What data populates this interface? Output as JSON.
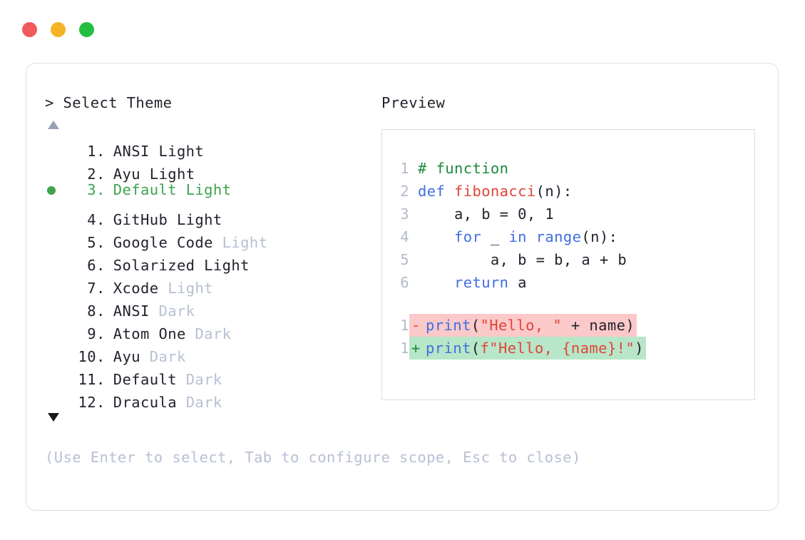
{
  "titlebar": {
    "dots": [
      {
        "name": "close",
        "color": "#f2595a"
      },
      {
        "name": "minimize",
        "color": "#f5b325"
      },
      {
        "name": "maximize",
        "color": "#22bf42"
      }
    ]
  },
  "prompt": {
    "header": "> Select Theme",
    "scroll_up": "▲",
    "scroll_down": "▼",
    "selected_index": 3
  },
  "themes": [
    {
      "index": "1",
      "dot": ".",
      "name": "ANSI",
      "variant": "Light",
      "variant_muted": false,
      "selected": false
    },
    {
      "index": "2",
      "dot": ".",
      "name": "Ayu",
      "variant": "Light",
      "variant_muted": false,
      "selected": false
    },
    {
      "index": "3",
      "dot": ".",
      "name": "Default",
      "variant": "Light",
      "variant_muted": false,
      "selected": true
    },
    {
      "index": "4",
      "dot": ".",
      "name": "GitHub",
      "variant": "Light",
      "variant_muted": false,
      "selected": false
    },
    {
      "index": "5",
      "dot": ".",
      "name": "Google Code",
      "variant": "Light",
      "variant_muted": true,
      "selected": false
    },
    {
      "index": "6",
      "dot": ".",
      "name": "Solarized",
      "variant": "Light",
      "variant_muted": false,
      "selected": false
    },
    {
      "index": "7",
      "dot": ".",
      "name": "Xcode",
      "variant": "Light",
      "variant_muted": true,
      "selected": false
    },
    {
      "index": "8",
      "dot": ".",
      "name": "ANSI",
      "variant": "Dark",
      "variant_muted": true,
      "selected": false
    },
    {
      "index": "9",
      "dot": ".",
      "name": "Atom One",
      "variant": "Dark",
      "variant_muted": true,
      "selected": false
    },
    {
      "index": "10",
      "dot": ".",
      "name": "Ayu",
      "variant": "Dark",
      "variant_muted": true,
      "selected": false
    },
    {
      "index": "11",
      "dot": ".",
      "name": "Default",
      "variant": "Dark",
      "variant_muted": true,
      "selected": false
    },
    {
      "index": "12",
      "dot": ".",
      "name": "Dracula",
      "variant": "Dark",
      "variant_muted": true,
      "selected": false
    }
  ],
  "preview": {
    "header": "Preview",
    "code_lines": [
      {
        "ln": "1",
        "tokens": [
          {
            "t": "# function",
            "c": "comment"
          }
        ]
      },
      {
        "ln": "2",
        "tokens": [
          {
            "t": "def ",
            "c": "kw"
          },
          {
            "t": "fibonacci",
            "c": "fn"
          },
          {
            "t": "(n):",
            "c": "plain"
          }
        ]
      },
      {
        "ln": "3",
        "tokens": [
          {
            "t": "    a, b = ",
            "c": "plain"
          },
          {
            "t": "0",
            "c": "num"
          },
          {
            "t": ", ",
            "c": "plain"
          },
          {
            "t": "1",
            "c": "num"
          }
        ]
      },
      {
        "ln": "4",
        "tokens": [
          {
            "t": "    ",
            "c": "plain"
          },
          {
            "t": "for",
            "c": "kw"
          },
          {
            "t": " _ ",
            "c": "plain"
          },
          {
            "t": "in",
            "c": "kw"
          },
          {
            "t": " ",
            "c": "plain"
          },
          {
            "t": "range",
            "c": "kw"
          },
          {
            "t": "(n):",
            "c": "plain"
          }
        ]
      },
      {
        "ln": "5",
        "tokens": [
          {
            "t": "        a, b = b, a + b",
            "c": "plain"
          }
        ]
      },
      {
        "ln": "6",
        "tokens": [
          {
            "t": "    ",
            "c": "plain"
          },
          {
            "t": "return",
            "c": "kw"
          },
          {
            "t": " a",
            "c": "plain"
          }
        ]
      }
    ],
    "diff_lines": [
      {
        "ln": "1",
        "kind": "del",
        "sign": "-",
        "tokens": [
          {
            "t": "print",
            "c": "kw"
          },
          {
            "t": "(",
            "c": "plain"
          },
          {
            "t": "\"Hello, \"",
            "c": "str"
          },
          {
            "t": " + name)",
            "c": "plain"
          }
        ]
      },
      {
        "ln": "1",
        "kind": "add",
        "sign": "+",
        "tokens": [
          {
            "t": "print",
            "c": "kw"
          },
          {
            "t": "(",
            "c": "plain"
          },
          {
            "t": "f\"Hello, {name}!\"",
            "c": "str"
          },
          {
            "t": ")",
            "c": "plain"
          }
        ]
      }
    ]
  },
  "hint": "(Use Enter to select, Tab to configure scope, Esc to close)"
}
